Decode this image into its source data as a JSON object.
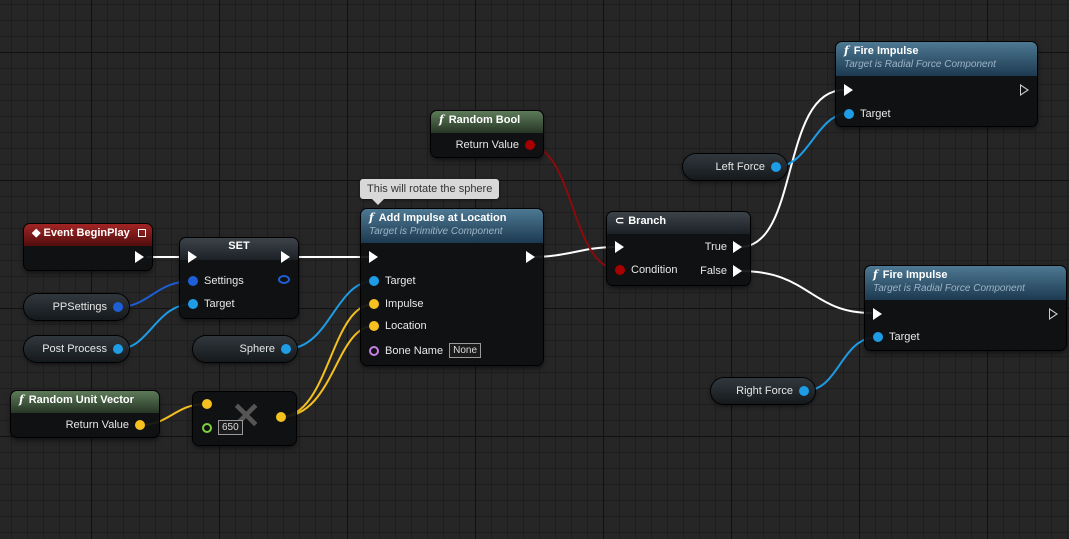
{
  "colors": {
    "exec": "#ffffff",
    "bool": "#a80000",
    "object": "#1e9ce6",
    "vector": "#f6c020",
    "float": "#7fd13d",
    "name": "#c880e6",
    "struct": "#1e5fd8",
    "function_header": "#3f6a8a",
    "pure_header": "#5d7b59",
    "event_header": "#a22525"
  },
  "comment": {
    "text": "This will rotate the sphere"
  },
  "nodes": {
    "event_begin_play": {
      "title": "Event BeginPlay"
    },
    "set": {
      "title": "SET",
      "pins": {
        "settings": "Settings",
        "target": "Target"
      }
    },
    "add_impulse": {
      "title": "Add Impulse at Location",
      "subtitle": "Target is Primitive Component",
      "pins": {
        "target": "Target",
        "impulse": "Impulse",
        "location": "Location",
        "bone_name": "Bone Name"
      },
      "bone_name_value": "None"
    },
    "random_bool": {
      "title": "Random Bool",
      "return": "Return Value"
    },
    "branch": {
      "title": "Branch",
      "pins": {
        "true": "True",
        "false": "False",
        "condition": "Condition"
      }
    },
    "fire_impulse_top": {
      "title": "Fire Impulse",
      "subtitle": "Target is Radial Force Component",
      "pins": {
        "target": "Target"
      }
    },
    "fire_impulse_bottom": {
      "title": "Fire Impulse",
      "subtitle": "Target is Radial Force Component",
      "pins": {
        "target": "Target"
      }
    },
    "random_unit_vector": {
      "title": "Random Unit Vector",
      "return": "Return Value"
    },
    "multiply": {
      "value": "650"
    }
  },
  "variables": {
    "pp_settings": "PPSettings",
    "post_process": "Post Process",
    "sphere": "Sphere",
    "left_force": "Left Force",
    "right_force": "Right Force"
  },
  "icons": {
    "function": "function-icon",
    "event": "event-icon",
    "branch": "branch-icon",
    "multiply": "multiply-icon"
  }
}
